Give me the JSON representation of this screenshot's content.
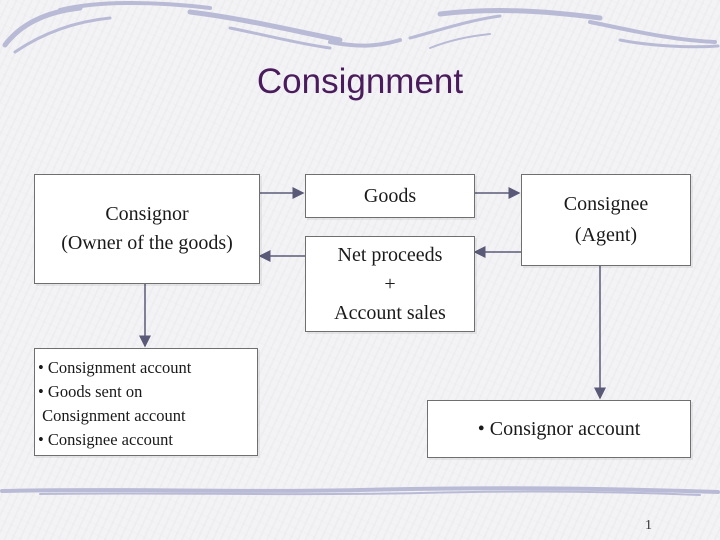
{
  "slide": {
    "title": "Consignment",
    "page_number": "1"
  },
  "nodes": {
    "consignor": {
      "line1": "Consignor",
      "line2": "(Owner of the goods)"
    },
    "consignee": {
      "line1": "Consignee",
      "line2": "(Agent)"
    },
    "goods": {
      "label": "Goods"
    },
    "net_proceeds": {
      "line1": "Net proceeds",
      "line2": "+",
      "line3": "Account sales"
    },
    "consignor_books": {
      "items": [
        "• Consignment account",
        "• Goods sent on",
        " Consignment account",
        "• Consignee account"
      ]
    },
    "consignee_books": {
      "label": "• Consignor account"
    }
  },
  "colors": {
    "title": "#4b1c5c",
    "arrow": "#5a5a78",
    "decor": "#b9bbd6"
  }
}
